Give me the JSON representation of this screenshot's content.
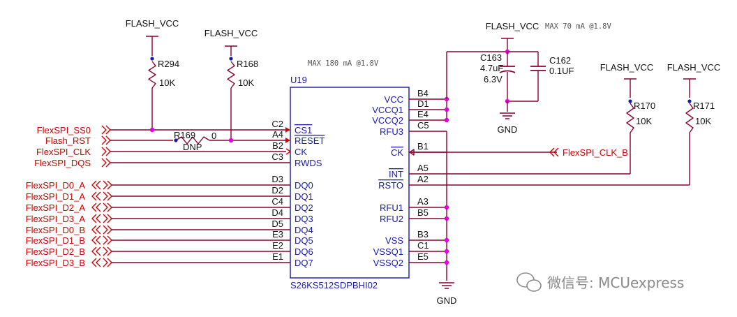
{
  "colors": {
    "wire": "#8b0030",
    "chip": "#1a1aa6",
    "net_label": "#cc0000",
    "junction": "#e000e0",
    "text": "#111111",
    "pin": "#1a1aa6"
  },
  "chip": {
    "ref": "U19",
    "part": "S26KS512SDPBHI02",
    "max_current": "MAX 180 mA @1.8V",
    "left_pins": [
      {
        "num": "C2",
        "name": "CS1"
      },
      {
        "num": "A4",
        "name": "RESET"
      },
      {
        "num": "B2",
        "name": "CK"
      },
      {
        "num": "C3",
        "name": "RWDS"
      },
      {
        "num": "D3",
        "name": "DQ0"
      },
      {
        "num": "D2",
        "name": "DQ1"
      },
      {
        "num": "C4",
        "name": "DQ2"
      },
      {
        "num": "D4",
        "name": "DQ3"
      },
      {
        "num": "D5",
        "name": "DQ4"
      },
      {
        "num": "E3",
        "name": "DQ5"
      },
      {
        "num": "E2",
        "name": "DQ6"
      },
      {
        "num": "E1",
        "name": "DQ7"
      }
    ],
    "right_pins": [
      {
        "num": "B4",
        "name": "VCC"
      },
      {
        "num": "D1",
        "name": "VCCQ1"
      },
      {
        "num": "E4",
        "name": "VCCQ2"
      },
      {
        "num": "C5",
        "name": "RFU3"
      },
      {
        "num": "B1",
        "name": "CK"
      },
      {
        "num": "A5",
        "name": "INT"
      },
      {
        "num": "A2",
        "name": "RSTO"
      },
      {
        "num": "A3",
        "name": "RFU1"
      },
      {
        "num": "B5",
        "name": "RFU2"
      },
      {
        "num": "B3",
        "name": "VSS"
      },
      {
        "num": "C1",
        "name": "VSSQ1"
      },
      {
        "num": "E5",
        "name": "VSSQ2"
      }
    ]
  },
  "nets_left": [
    "FlexSPI_SS0",
    "Flash_RST",
    "FlexSPI_CLK",
    "FlexSPI_DQS"
  ],
  "nets_data": [
    "FlexSPI_D0_A",
    "FlexSPI_D1_A",
    "FlexSPI_D2_A",
    "FlexSPI_D3_A",
    "FlexSPI_D0_B",
    "FlexSPI_D1_B",
    "FlexSPI_D2_B",
    "FlexSPI_D3_B"
  ],
  "net_clk_b": "FlexSPI_CLK_B",
  "power": {
    "flash_vcc": "FLASH_VCC",
    "gnd": "GND",
    "cap_current": "MAX 70 mA @1.8V"
  },
  "resistors": [
    {
      "ref": "R294",
      "value": "10K"
    },
    {
      "ref": "R168",
      "value": "10K"
    },
    {
      "ref": "R169",
      "value": "0",
      "note": "DNP"
    },
    {
      "ref": "R170",
      "value": "10K"
    },
    {
      "ref": "R171",
      "value": "10K"
    }
  ],
  "capacitors": [
    {
      "ref": "C163",
      "value": "4.7uF",
      "voltage": "6.3V"
    },
    {
      "ref": "C162",
      "value": "0.1UF"
    }
  ],
  "watermark": {
    "icon": "wechat-icon",
    "text": "微信号: MCUexpress"
  }
}
